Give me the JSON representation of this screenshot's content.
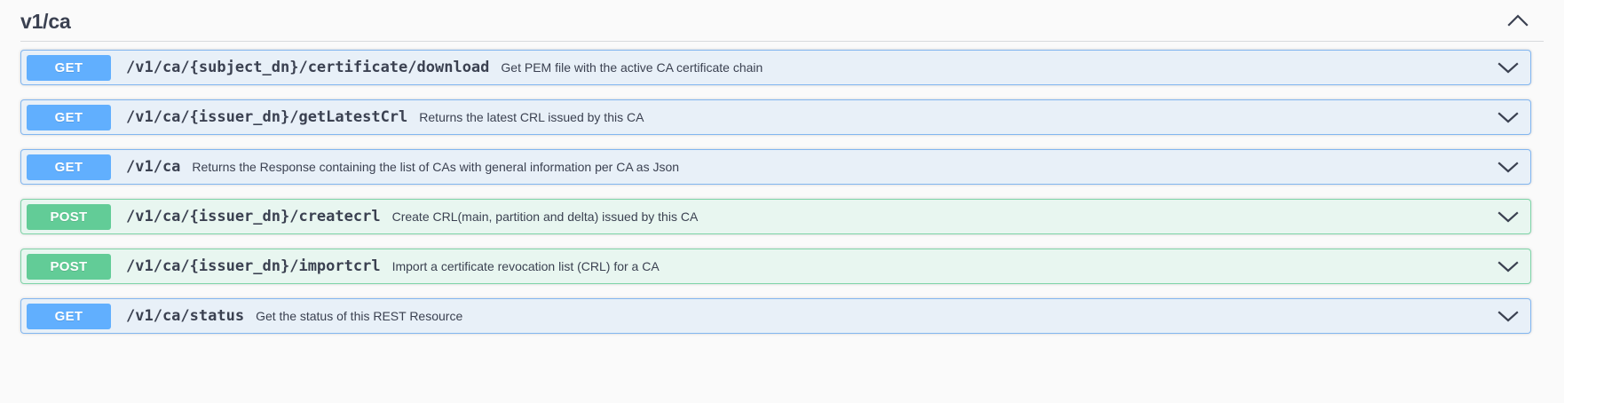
{
  "section": {
    "title": "v1/ca",
    "expanded": true,
    "toggle_icon": "chevron-up-icon"
  },
  "operations": [
    {
      "method": "GET",
      "path": "/v1/ca/{subject_dn}/certificate/download",
      "description": "Get PEM file with the active CA certificate chain",
      "toggle_icon": "chevron-down-icon"
    },
    {
      "method": "GET",
      "path": "/v1/ca/{issuer_dn}/getLatestCrl",
      "description": "Returns the latest CRL issued by this CA",
      "toggle_icon": "chevron-down-icon"
    },
    {
      "method": "GET",
      "path": "/v1/ca",
      "description": "Returns the Response containing the list of CAs with general information per CA as Json",
      "toggle_icon": "chevron-down-icon"
    },
    {
      "method": "POST",
      "path": "/v1/ca/{issuer_dn}/createcrl",
      "description": "Create CRL(main, partition and delta) issued by this CA",
      "toggle_icon": "chevron-down-icon"
    },
    {
      "method": "POST",
      "path": "/v1/ca/{issuer_dn}/importcrl",
      "description": "Import a certificate revocation list (CRL) for a CA",
      "toggle_icon": "chevron-down-icon"
    },
    {
      "method": "GET",
      "path": "/v1/ca/status",
      "description": "Get the status of this REST Resource",
      "toggle_icon": "chevron-down-icon"
    }
  ],
  "colors": {
    "get_badge": "#61affe",
    "post_badge": "#62cc97",
    "get_row_bg": "#e8f0f8",
    "post_row_bg": "#e8f6f0",
    "get_row_border": "#82b6f0",
    "post_row_border": "#7fd4a8",
    "page_bg": "#fafafa",
    "text": "#3b4151"
  }
}
